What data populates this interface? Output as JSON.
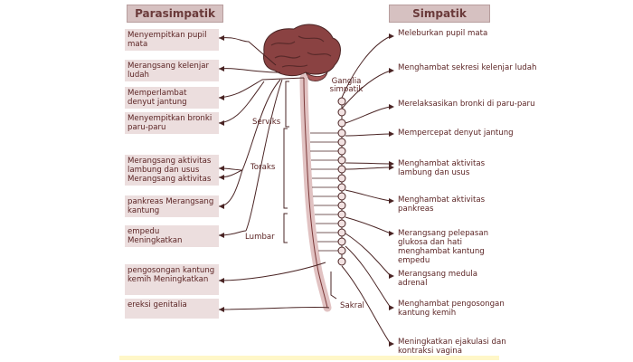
{
  "headers": {
    "left": "Parasimpatik",
    "right": "Simpatik"
  },
  "parasympathetic": [
    "Menyempitkan pupil mata",
    "Merangsang kelenjar ludah",
    "Memperlambat denyut jantung",
    "Menyempitkan bronki paru-paru",
    "Merangsang aktivitas lambung dan usus Merangsang aktivitas",
    "pankreas Merangsang kantung",
    "empedu Meningkatkan",
    "pengosongan kantung kemih Meningkatkan",
    "ereksi genitalia"
  ],
  "sympathetic": [
    "Meleburkan pupil mata",
    "Menghambat sekresi kelenjar ludah",
    "Merelaksasikan bronki di paru-paru",
    "Mempercepat denyut jantung",
    "Menghambat aktivitas lambung dan usus",
    "Menghambat aktivitas pankreas",
    "Merangsang pelepasan glukosa dan hati menghambat kantung empedu",
    "Merangsang medula adrenal",
    "Menghambat pengosongan kantung kemih",
    "Meningkatkan ejakulasi dan kontraksi vagina"
  ],
  "segments": {
    "ganglia": "Ganglia simpatik",
    "cervical": "Serviks",
    "thoracic": "Toraks",
    "lumbar": "Lumbar",
    "sacral": "Sakral"
  },
  "colors": {
    "line": "#4a2424",
    "brain": "#7a3838",
    "cord": "#e1c2c2",
    "box": "#ecdede",
    "header": "#d6c1c1"
  }
}
